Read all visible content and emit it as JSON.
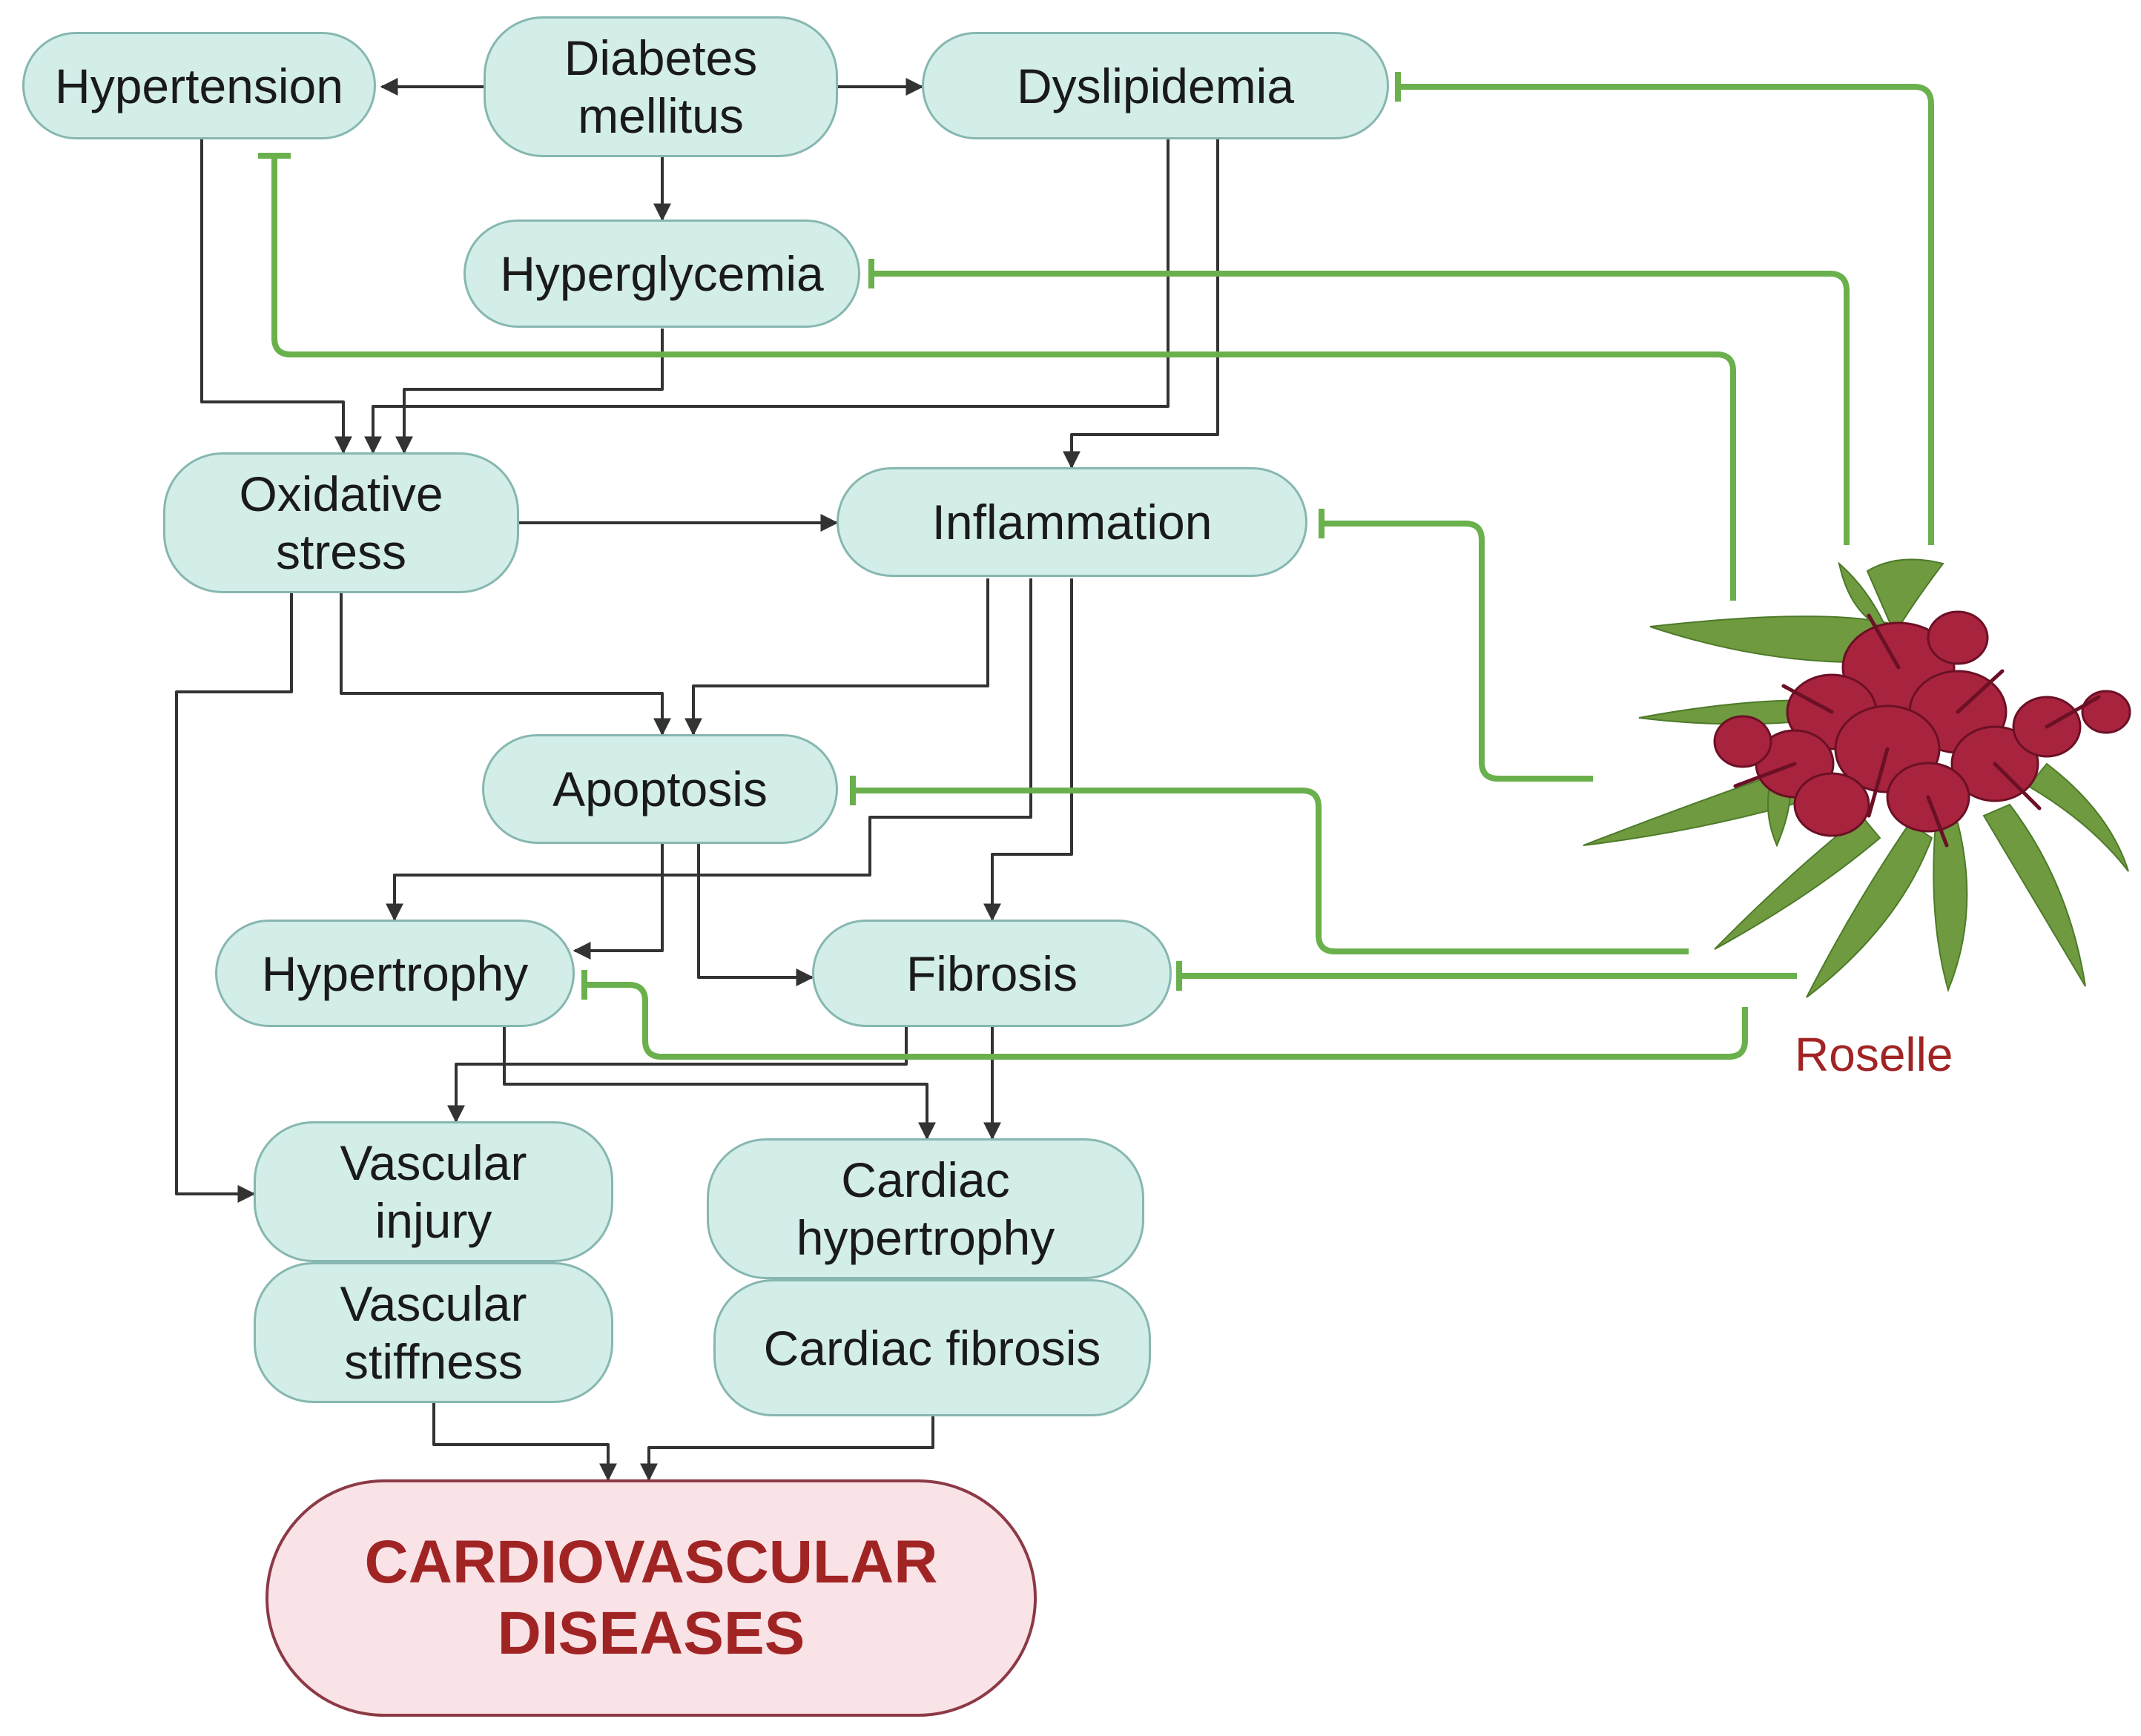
{
  "nodes": {
    "hypertension": "Hypertension",
    "diabetes": "Diabetes\nmellitus",
    "dyslipidemia": "Dyslipidemia",
    "hyperglycemia": "Hyperglycemia",
    "oxidative_stress": "Oxidative\nstress",
    "inflammation": "Inflammation",
    "apoptosis": "Apoptosis",
    "hypertrophy": "Hypertrophy",
    "fibrosis": "Fibrosis",
    "vascular_injury": "Vascular\ninjury",
    "vascular_stiffness": "Vascular\nstiffness",
    "cardiac_hypertrophy": "Cardiac\nhypertrophy",
    "cardiac_fibrosis": "Cardiac fibrosis",
    "cvd": "CARDIOVASCULAR\nDISEASES"
  },
  "roselle_label": "Roselle",
  "colors": {
    "node_fill": "#d3ede9",
    "node_border": "#86b7b0",
    "outcome_fill": "#fae3e6",
    "outcome_border": "#8c3a46",
    "outcome_text": "#a12424",
    "arrow": "#333333",
    "inhibition": "#6ab04c",
    "roselle_label": "#a12424"
  },
  "edges": {
    "promotes": [
      [
        "diabetes",
        "hypertension"
      ],
      [
        "diabetes",
        "dyslipidemia"
      ],
      [
        "diabetes",
        "hyperglycemia"
      ],
      [
        "hypertension",
        "oxidative_stress"
      ],
      [
        "hyperglycemia",
        "oxidative_stress"
      ],
      [
        "dyslipidemia",
        "oxidative_stress"
      ],
      [
        "dyslipidemia",
        "inflammation"
      ],
      [
        "oxidative_stress",
        "inflammation"
      ],
      [
        "oxidative_stress",
        "apoptosis"
      ],
      [
        "oxidative_stress",
        "vascular_injury"
      ],
      [
        "inflammation",
        "apoptosis"
      ],
      [
        "inflammation",
        "hypertrophy"
      ],
      [
        "inflammation",
        "fibrosis"
      ],
      [
        "apoptosis",
        "hypertrophy"
      ],
      [
        "apoptosis",
        "fibrosis"
      ],
      [
        "hypertrophy",
        "cardiac_hypertrophy"
      ],
      [
        "fibrosis",
        "vascular_injury"
      ],
      [
        "fibrosis",
        "cardiac_hypertrophy"
      ],
      [
        "vascular_stiffness",
        "cvd"
      ],
      [
        "cardiac_fibrosis",
        "cvd"
      ]
    ],
    "inhibits": [
      [
        "roselle",
        "dyslipidemia"
      ],
      [
        "roselle",
        "hyperglycemia"
      ],
      [
        "roselle",
        "hypertension"
      ],
      [
        "roselle",
        "inflammation"
      ],
      [
        "roselle",
        "apoptosis"
      ],
      [
        "roselle",
        "fibrosis"
      ],
      [
        "roselle",
        "hypertrophy"
      ]
    ]
  }
}
